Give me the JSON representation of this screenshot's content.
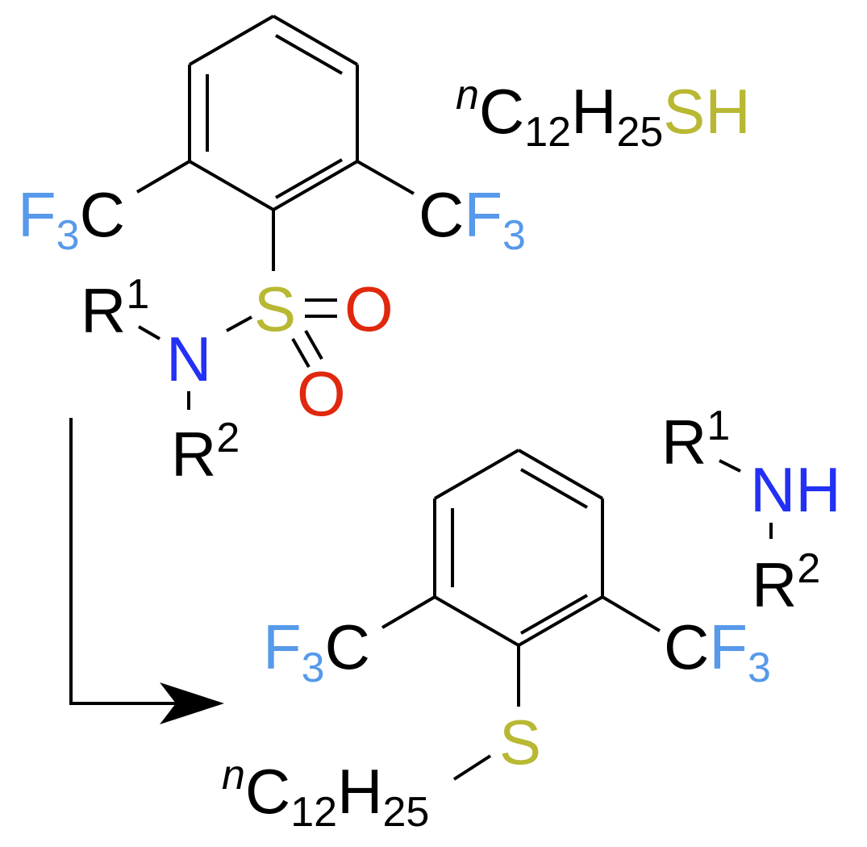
{
  "colors": {
    "black": "#000000",
    "fluorine": "#5799EA",
    "sulfur": "#B8B833",
    "nitrogen": "#2330F5",
    "oxygen": "#E0280E"
  },
  "reactant": {
    "left_cf3": {
      "F": "F",
      "sub": "3",
      "C": "C"
    },
    "right_cf3": {
      "C": "C",
      "F": "F",
      "sub": "3"
    },
    "sulfur": "S",
    "oxygen_1": "O",
    "oxygen_2": "O",
    "nitrogen": "N",
    "r1": {
      "R": "R",
      "sup": "1"
    },
    "r2": {
      "R": "R",
      "sup": "2"
    }
  },
  "reagent": {
    "prefix": "n",
    "C": "C",
    "c_sub": "12",
    "H": "H",
    "h_sub": "25",
    "thiol": "SH"
  },
  "product_sulfide": {
    "left_cf3": {
      "F": "F",
      "sub": "3",
      "C": "C"
    },
    "right_cf3": {
      "C": "C",
      "F": "F",
      "sub": "3"
    },
    "sulfur": "S",
    "chain": {
      "prefix": "n",
      "C": "C",
      "c_sub": "12",
      "H": "H",
      "h_sub": "25"
    }
  },
  "product_amine": {
    "r1": {
      "R": "R",
      "sup": "1"
    },
    "nh": "NH",
    "r2": {
      "R": "R",
      "sup": "2"
    }
  }
}
